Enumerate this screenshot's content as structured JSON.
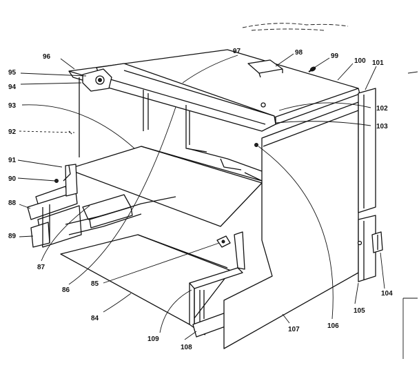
{
  "callouts": [
    {
      "id": "c84",
      "text": "84"
    },
    {
      "id": "c85",
      "text": "85"
    },
    {
      "id": "c86",
      "text": "86"
    },
    {
      "id": "c87",
      "text": "87"
    },
    {
      "id": "c88",
      "text": "88"
    },
    {
      "id": "c89",
      "text": "89"
    },
    {
      "id": "c90",
      "text": "90"
    },
    {
      "id": "c91",
      "text": "91"
    },
    {
      "id": "c92",
      "text": "92"
    },
    {
      "id": "c93",
      "text": "93"
    },
    {
      "id": "c94",
      "text": "94"
    },
    {
      "id": "c95",
      "text": "95"
    },
    {
      "id": "c96",
      "text": "96"
    },
    {
      "id": "c97",
      "text": "97"
    },
    {
      "id": "c98",
      "text": "98"
    },
    {
      "id": "c99",
      "text": "99"
    },
    {
      "id": "c100",
      "text": "100"
    },
    {
      "id": "c101",
      "text": "101"
    },
    {
      "id": "c102",
      "text": "102"
    },
    {
      "id": "c103",
      "text": "103"
    },
    {
      "id": "c104",
      "text": "104"
    },
    {
      "id": "c105",
      "text": "105"
    },
    {
      "id": "c106",
      "text": "106"
    },
    {
      "id": "c107",
      "text": "107"
    },
    {
      "id": "c108",
      "text": "108"
    },
    {
      "id": "c109",
      "text": "109"
    }
  ]
}
